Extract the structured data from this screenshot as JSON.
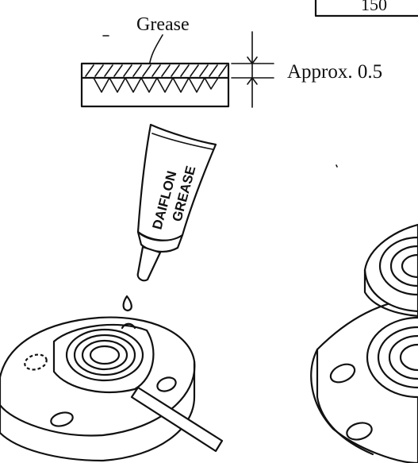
{
  "labels": {
    "grease": "Grease",
    "thickness": "Approx. 0.5",
    "corner_box": "150",
    "tube_line1": "DAIFLON",
    "tube_line2": "GREASE"
  }
}
